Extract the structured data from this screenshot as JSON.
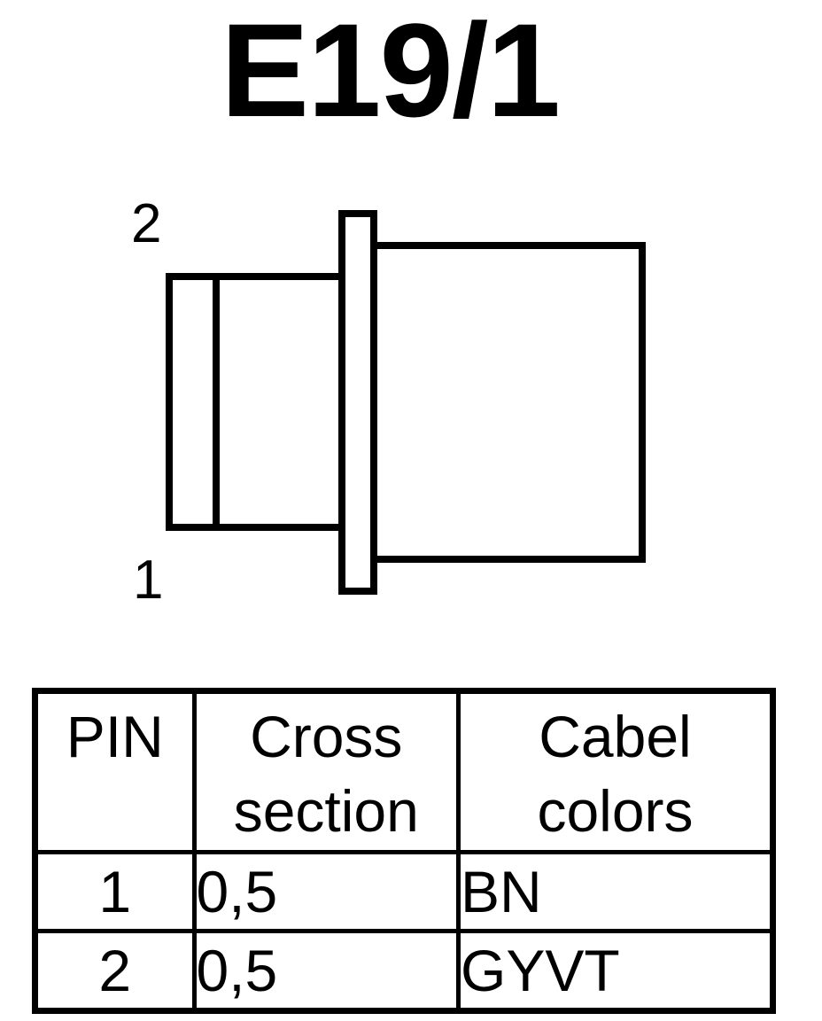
{
  "title": "E19/1",
  "pin_labels": {
    "top": "2",
    "bottom": "1"
  },
  "table": {
    "headers": {
      "pin": "PIN",
      "cross_section_line1": "Cross",
      "cross_section_line2": "section",
      "cable_colors_line1": "Cabel",
      "cable_colors_line2": "colors"
    },
    "rows": [
      {
        "pin": "1",
        "cross_section": "0,5",
        "color": "BN"
      },
      {
        "pin": "2",
        "cross_section": "0,5",
        "color": "GYVT"
      }
    ]
  }
}
